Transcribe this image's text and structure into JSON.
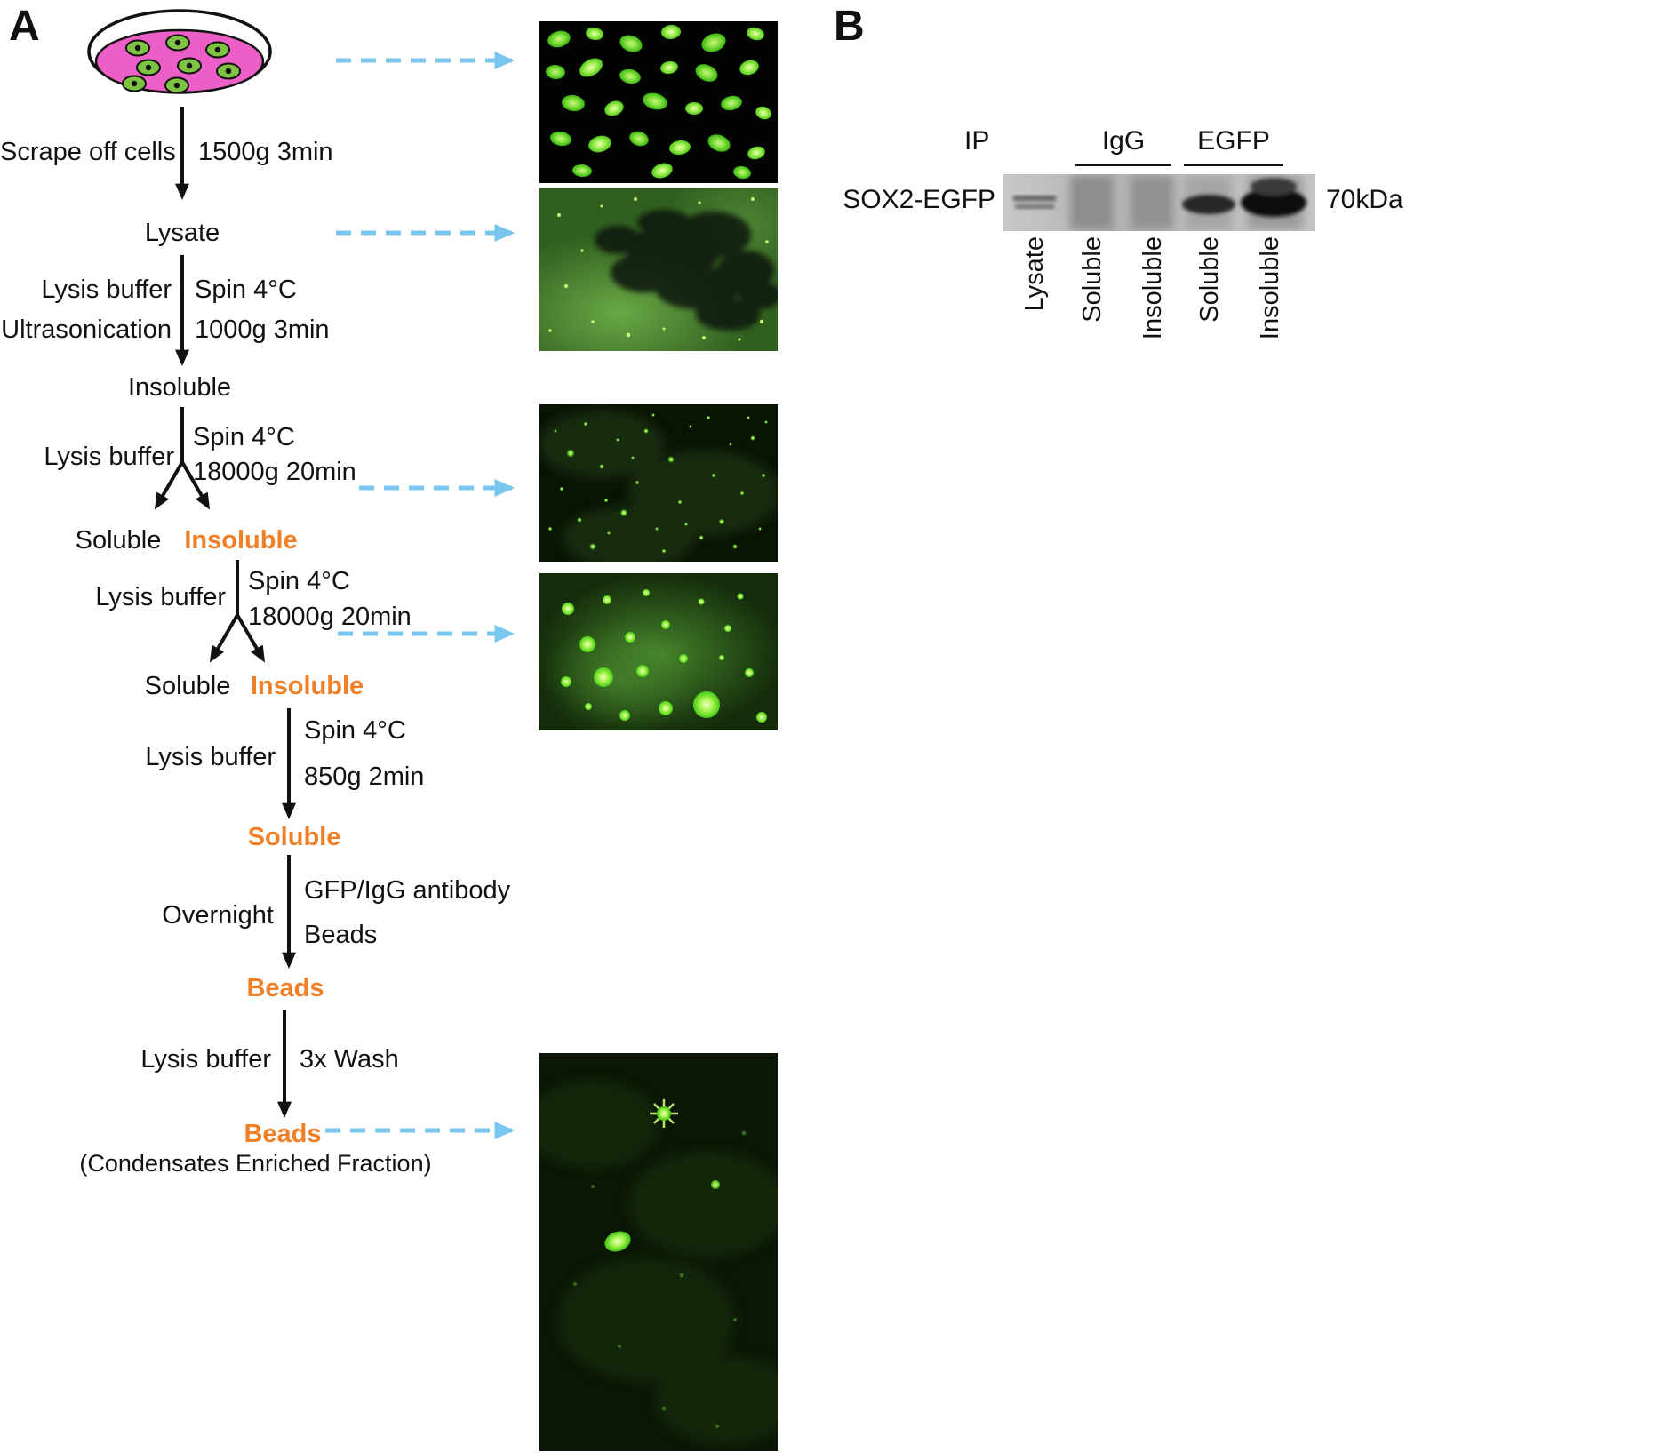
{
  "colors": {
    "accent_orange": "#F08028",
    "dashed_arrow_blue": "#79C7EE",
    "dish_pink": "#EC5FC7",
    "cell_green": "#7DC242",
    "fluorescence_green": "#7DDD3A"
  },
  "panel_a": {
    "label": "A",
    "step1": {
      "left": "Scrape off cells",
      "right": "1500g 3min"
    },
    "lysate": "Lysate",
    "step2": {
      "left1": "Lysis buffer",
      "left2": "Ultrasonication",
      "right1": "Spin 4°C",
      "right2": "1000g 3min"
    },
    "insoluble1": "Insoluble",
    "step3": {
      "left": "Lysis buffer",
      "right1": "Spin 4°C",
      "right2": "18000g 20min"
    },
    "soluble1": "Soluble",
    "insoluble2": "Insoluble",
    "step4": {
      "left": "Lysis buffer",
      "right1": "Spin 4°C",
      "right2": "18000g 20min"
    },
    "soluble2": "Soluble",
    "insoluble3": "Insoluble",
    "step5": {
      "left": "Lysis buffer",
      "right1": "Spin 4°C",
      "right2": "850g 2min"
    },
    "soluble3": "Soluble",
    "step6": {
      "left": "Overnight",
      "right1": "GFP/IgG antibody",
      "right2": "Beads"
    },
    "beads1": "Beads",
    "step7": {
      "left": "Lysis buffer",
      "right": "3x Wash"
    },
    "beads2": "Beads",
    "beads2_note": "(Condensates Enriched Fraction)"
  },
  "panel_b": {
    "label": "B",
    "ip_label": "IP",
    "group_igg": "IgG",
    "group_egfp": "EGFP",
    "protein_label": "SOX2-EGFP",
    "marker_label": "70kDa",
    "lanes": [
      "Lysate",
      "Soluble",
      "Insoluble",
      "Soluble",
      "Insoluble"
    ]
  }
}
